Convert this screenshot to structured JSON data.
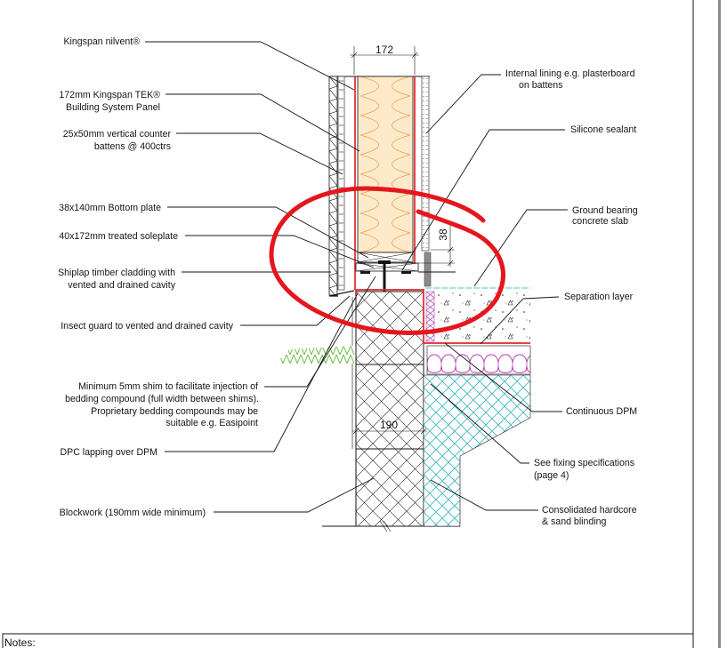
{
  "callouts": {
    "left": [
      {
        "lines": [
          "Kingspan nilvent®"
        ]
      },
      {
        "lines": [
          "172mm Kingspan TEK®",
          "Building System Panel"
        ]
      },
      {
        "lines": [
          "25x50mm vertical counter",
          "battens @ 400ctrs"
        ]
      },
      {
        "lines": [
          "38x140mm Bottom plate"
        ]
      },
      {
        "lines": [
          "40x172mm treated soleplate"
        ]
      },
      {
        "lines": [
          "Shiplap timber cladding with",
          "vented and drained cavity"
        ]
      },
      {
        "lines": [
          "Insect guard to vented and drained cavity"
        ]
      },
      {
        "lines": [
          "Minimum 5mm shim to facilitate injection of",
          "bedding compound (full width between shims).",
          "Proprietary bedding compounds may be",
          "suitable e.g. Easipoint"
        ]
      },
      {
        "lines": [
          "DPC lapping over DPM"
        ]
      },
      {
        "lines": [
          "Blockwork (190mm wide minimum)"
        ]
      }
    ],
    "right": [
      {
        "lines": [
          "Internal lining e.g. plasterboard",
          "on battens"
        ]
      },
      {
        "lines": [
          "Silicone sealant"
        ]
      },
      {
        "lines": [
          "Ground bearing",
          "concrete slab"
        ]
      },
      {
        "lines": [
          "Separation layer"
        ]
      },
      {
        "lines": [
          "Continuous DPM"
        ]
      },
      {
        "lines": [
          "See fixing specifications",
          "(page 4)"
        ]
      },
      {
        "lines": [
          "Consolidated hardcore",
          "& sand blinding"
        ]
      }
    ]
  },
  "dimensions": {
    "panel_width": "172",
    "bottom_gap": "38",
    "block_width": "190"
  },
  "notes": {
    "heading": "Notes:"
  },
  "colors": {
    "markup_circle": "#e5161d",
    "membrane": "#e3262b",
    "insulation_fill": "#fdeacb",
    "insulation_line": "#f0a55a",
    "edge_insulation": "#b33fb3",
    "hardcore": "#35b5c2",
    "ground": "#5cb832",
    "finish_line": "#4cc3d0"
  }
}
